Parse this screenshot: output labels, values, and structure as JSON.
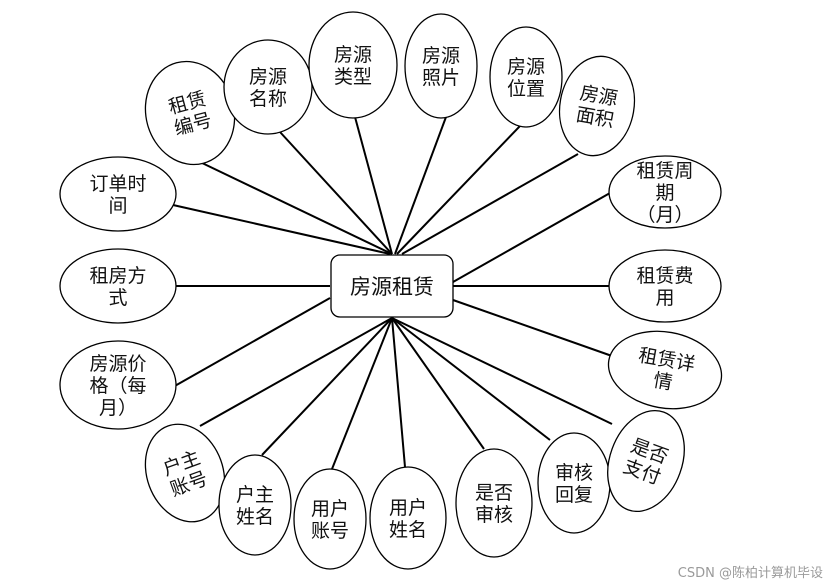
{
  "center": {
    "label": "房源租赁"
  },
  "attributes": [
    {
      "id": "rental-no",
      "lines": [
        "租赁",
        "编号"
      ]
    },
    {
      "id": "house-name",
      "lines": [
        "房源",
        "名称"
      ]
    },
    {
      "id": "house-type",
      "lines": [
        "房源",
        "类型"
      ]
    },
    {
      "id": "house-photo",
      "lines": [
        "房源",
        "照片"
      ]
    },
    {
      "id": "house-location",
      "lines": [
        "房源",
        "位置"
      ]
    },
    {
      "id": "house-area",
      "lines": [
        "房源",
        "面积"
      ]
    },
    {
      "id": "order-time",
      "lines": [
        "订单时",
        "间"
      ]
    },
    {
      "id": "rent-method",
      "lines": [
        "租房方",
        "式"
      ]
    },
    {
      "id": "house-price",
      "lines": [
        "房源价",
        "格（每",
        "月）"
      ]
    },
    {
      "id": "owner-account",
      "lines": [
        "户主",
        "账号"
      ]
    },
    {
      "id": "owner-name",
      "lines": [
        "户主",
        "姓名"
      ]
    },
    {
      "id": "user-account",
      "lines": [
        "用户",
        "账号"
      ]
    },
    {
      "id": "user-name",
      "lines": [
        "用户",
        "姓名"
      ]
    },
    {
      "id": "is-approved",
      "lines": [
        "是否",
        "审核"
      ]
    },
    {
      "id": "review-reply",
      "lines": [
        "审核",
        "回复"
      ]
    },
    {
      "id": "is-paid",
      "lines": [
        "是否",
        "支付"
      ]
    },
    {
      "id": "rental-period",
      "lines": [
        "租赁周",
        "期",
        "（月）"
      ]
    },
    {
      "id": "rental-fee",
      "lines": [
        "租赁费",
        "用"
      ]
    },
    {
      "id": "rental-details",
      "lines": [
        "租赁详",
        "情"
      ]
    }
  ],
  "watermark": "CSDN @陈柏计算机毕设"
}
